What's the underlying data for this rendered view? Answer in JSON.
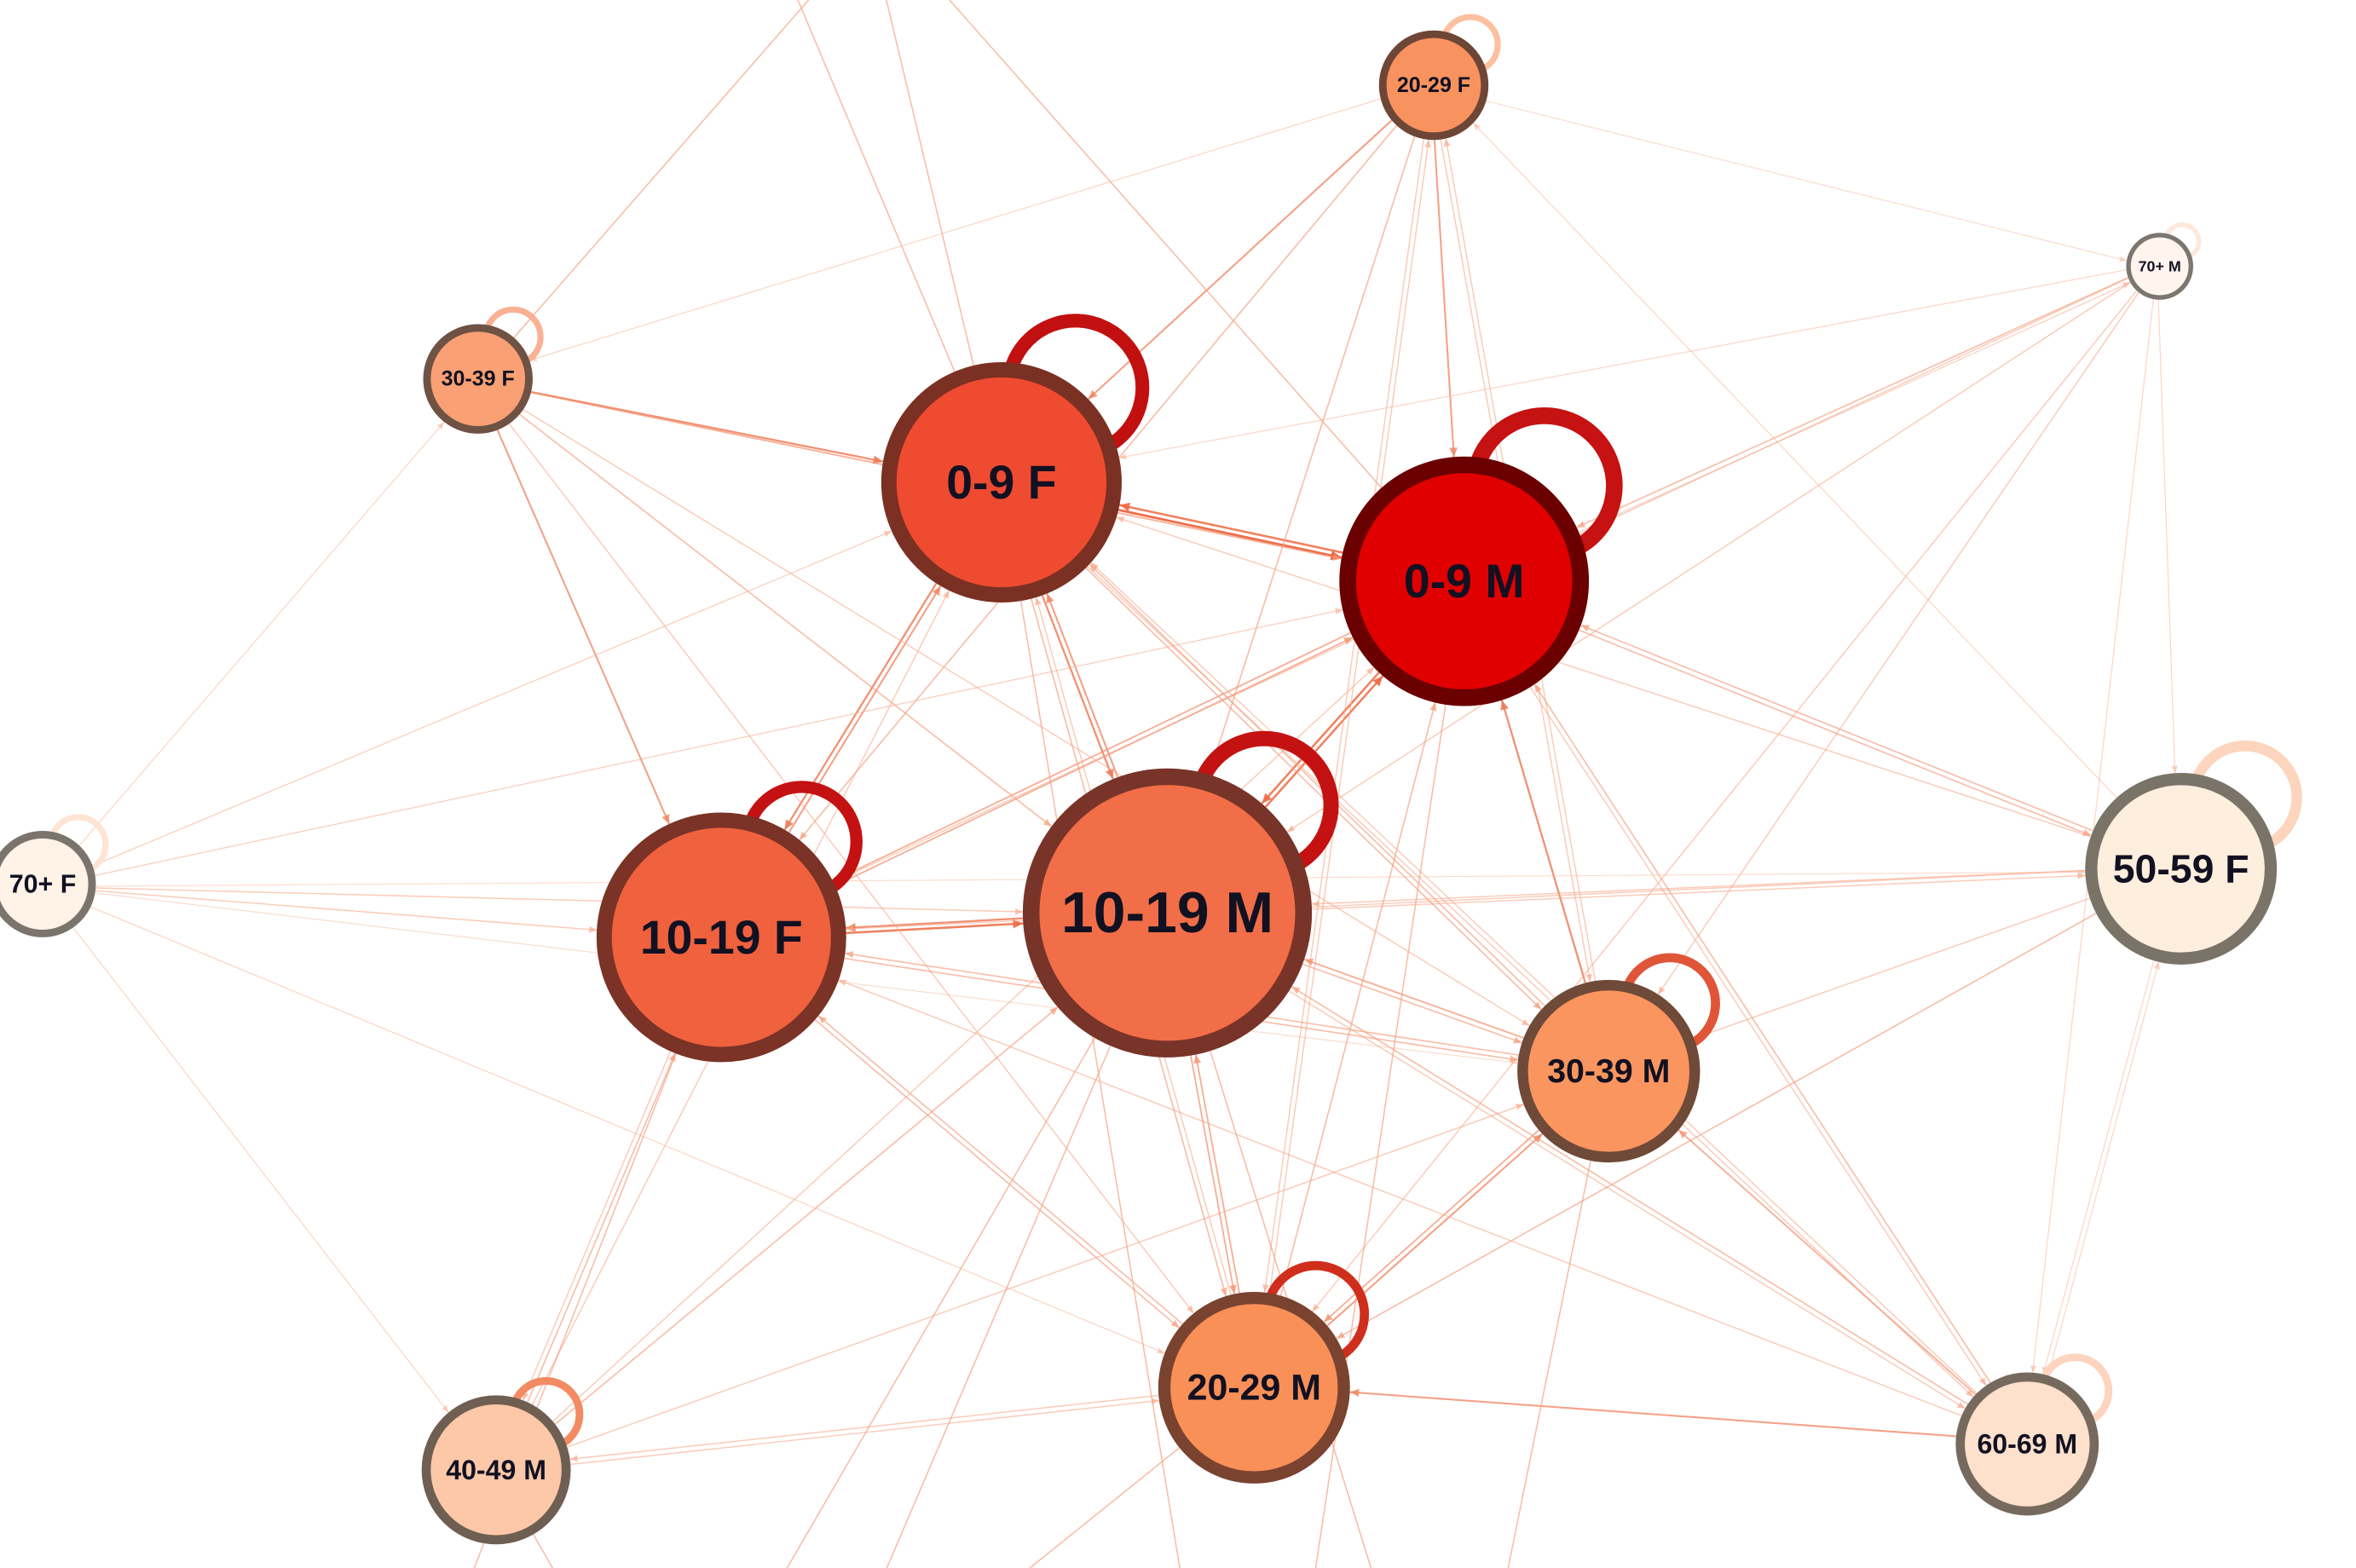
{
  "diagram": {
    "nodes": [
      {
        "id": "f09",
        "label": "0-9 F",
        "fill": "#ee4b30",
        "stroke": "#7a3022"
      },
      {
        "id": "m09",
        "label": "0-9 M",
        "fill": "#e00000",
        "stroke": "#6b0000"
      },
      {
        "id": "f1019",
        "label": "10-19 F",
        "fill": "#f0613e",
        "stroke": "#7a3326"
      },
      {
        "id": "m1019",
        "label": "10-19 M",
        "fill": "#f26e48",
        "stroke": "#783428"
      },
      {
        "id": "f2029",
        "label": "20-29 F",
        "fill": "#f8925f",
        "stroke": "#6e4636"
      },
      {
        "id": "m2029",
        "label": "20-29 M",
        "fill": "#f99058",
        "stroke": "#7a4330"
      },
      {
        "id": "f3039",
        "label": "30-39 F",
        "fill": "#f9a074",
        "stroke": "#6e5244"
      },
      {
        "id": "m3039",
        "label": "30-39 M",
        "fill": "#fb955f",
        "stroke": "#6f4a38"
      },
      {
        "id": "m4049",
        "label": "40-49 M",
        "fill": "#fcc8a8",
        "stroke": "#6f5e52"
      },
      {
        "id": "f5059",
        "label": "50-59 F",
        "fill": "#feeedd",
        "stroke": "#7a7468"
      },
      {
        "id": "m6069",
        "label": "60-69 M",
        "fill": "#fde1cc",
        "stroke": "#766a5e"
      },
      {
        "id": "f70",
        "label": "70+ F",
        "fill": "#fff2e6",
        "stroke": "#7a746c"
      },
      {
        "id": "m70",
        "label": "70+ M",
        "fill": "#fff5ee",
        "stroke": "#7c7670"
      }
    ],
    "edges": [
      {
        "from": "f09",
        "to": "m09",
        "weight": 0.9
      },
      {
        "from": "m09",
        "to": "f09",
        "weight": 0.8
      },
      {
        "from": "f09",
        "to": "f1019",
        "weight": 0.7
      },
      {
        "from": "f1019",
        "to": "f09",
        "weight": 0.6
      },
      {
        "from": "f09",
        "to": "m1019",
        "weight": 0.7
      },
      {
        "from": "m1019",
        "to": "f09",
        "weight": 0.6
      },
      {
        "from": "m09",
        "to": "m1019",
        "weight": 0.8
      },
      {
        "from": "m1019",
        "to": "m09",
        "weight": 0.8
      },
      {
        "from": "m09",
        "to": "f1019",
        "weight": 0.5
      },
      {
        "from": "f1019",
        "to": "m09",
        "weight": 0.5
      },
      {
        "from": "f1019",
        "to": "m1019",
        "weight": 0.8
      },
      {
        "from": "m1019",
        "to": "f1019",
        "weight": 0.7
      },
      {
        "from": "f3039",
        "to": "f09",
        "weight": 0.7
      },
      {
        "from": "f3039",
        "to": "m09",
        "weight": 0.5
      },
      {
        "from": "f3039",
        "to": "f1019",
        "weight": 0.6
      },
      {
        "from": "f3039",
        "to": "m1019",
        "weight": 0.4
      },
      {
        "from": "f3039",
        "to": "m3039",
        "weight": 0.3
      },
      {
        "from": "f3039",
        "to": "m2029",
        "weight": 0.3
      },
      {
        "from": "f2029",
        "to": "f09",
        "weight": 0.6
      },
      {
        "from": "f2029",
        "to": "m09",
        "weight": 0.6
      },
      {
        "from": "f2029",
        "to": "m1019",
        "weight": 0.4
      },
      {
        "from": "f2029",
        "to": "f1019",
        "weight": 0.4
      },
      {
        "from": "f2029",
        "to": "m2029",
        "weight": 0.3
      },
      {
        "from": "f2029",
        "to": "m3039",
        "weight": 0.3
      },
      {
        "from": "f2029",
        "to": "f3039",
        "weight": 0.2
      },
      {
        "from": "f2029",
        "to": "m70",
        "weight": 0.15
      },
      {
        "from": "m3039",
        "to": "m09",
        "weight": 0.7
      },
      {
        "from": "m3039",
        "to": "m1019",
        "weight": 0.5
      },
      {
        "from": "m3039",
        "to": "f09",
        "weight": 0.4
      },
      {
        "from": "m3039",
        "to": "f1019",
        "weight": 0.4
      },
      {
        "from": "m3039",
        "to": "m2029",
        "weight": 0.5
      },
      {
        "from": "m3039",
        "to": "f2029",
        "weight": 0.3
      },
      {
        "from": "m2029",
        "to": "m1019",
        "weight": 0.5
      },
      {
        "from": "m2029",
        "to": "m09",
        "weight": 0.4
      },
      {
        "from": "m2029",
        "to": "f1019",
        "weight": 0.4
      },
      {
        "from": "m2029",
        "to": "f09",
        "weight": 0.3
      },
      {
        "from": "m2029",
        "to": "m3039",
        "weight": 0.6
      },
      {
        "from": "m2029",
        "to": "m4049",
        "weight": 0.3
      },
      {
        "from": "m2029",
        "to": "f2029",
        "weight": 0.3
      },
      {
        "from": "m4049",
        "to": "f1019",
        "weight": 0.4
      },
      {
        "from": "m4049",
        "to": "m1019",
        "weight": 0.4
      },
      {
        "from": "m4049",
        "to": "m09",
        "weight": 0.3
      },
      {
        "from": "m4049",
        "to": "f09",
        "weight": 0.3
      },
      {
        "from": "m4049",
        "to": "m2029",
        "weight": 0.3
      },
      {
        "from": "m4049",
        "to": "m3039",
        "weight": 0.3
      },
      {
        "from": "f5059",
        "to": "m09",
        "weight": 0.4
      },
      {
        "from": "f5059",
        "to": "f09",
        "weight": 0.3
      },
      {
        "from": "f5059",
        "to": "m1019",
        "weight": 0.3
      },
      {
        "from": "f5059",
        "to": "f1019",
        "weight": 0.3
      },
      {
        "from": "f5059",
        "to": "m2029",
        "weight": 0.4
      },
      {
        "from": "f5059",
        "to": "m3039",
        "weight": 0.3
      },
      {
        "from": "f5059",
        "to": "m6069",
        "weight": 0.2
      },
      {
        "from": "f5059",
        "to": "f2029",
        "weight": 0.2
      },
      {
        "from": "m6069",
        "to": "m2029",
        "weight": 0.6
      },
      {
        "from": "m6069",
        "to": "m3039",
        "weight": 0.5
      },
      {
        "from": "m6069",
        "to": "m09",
        "weight": 0.4
      },
      {
        "from": "m6069",
        "to": "m1019",
        "weight": 0.4
      },
      {
        "from": "m6069",
        "to": "f09",
        "weight": 0.3
      },
      {
        "from": "m6069",
        "to": "f1019",
        "weight": 0.3
      },
      {
        "from": "m6069",
        "to": "f5059",
        "weight": 0.2
      },
      {
        "from": "m70",
        "to": "m09",
        "weight": 0.4
      },
      {
        "from": "m70",
        "to": "m1019",
        "weight": 0.3
      },
      {
        "from": "m70",
        "to": "f1019",
        "weight": 0.3
      },
      {
        "from": "m70",
        "to": "m3039",
        "weight": 0.3
      },
      {
        "from": "m70",
        "to": "m2029",
        "weight": 0.3
      },
      {
        "from": "m70",
        "to": "f09",
        "weight": 0.2
      },
      {
        "from": "m70",
        "to": "f5059",
        "weight": 0.2
      },
      {
        "from": "m70",
        "to": "m6069",
        "weight": 0.2
      },
      {
        "from": "f70",
        "to": "f1019",
        "weight": 0.3
      },
      {
        "from": "f70",
        "to": "m1019",
        "weight": 0.3
      },
      {
        "from": "f70",
        "to": "f09",
        "weight": 0.25
      },
      {
        "from": "f70",
        "to": "m09",
        "weight": 0.25
      },
      {
        "from": "f70",
        "to": "f3039",
        "weight": 0.2
      },
      {
        "from": "f70",
        "to": "m4049",
        "weight": 0.2
      },
      {
        "from": "f70",
        "to": "m2029",
        "weight": 0.2
      },
      {
        "from": "f70",
        "to": "f5059",
        "weight": 0.15
      },
      {
        "from": "f70",
        "to": "m3039",
        "weight": 0.15
      },
      {
        "from": "f1019",
        "to": "m4049",
        "weight": 0.3
      },
      {
        "from": "f1019",
        "to": "m3039",
        "weight": 0.4
      },
      {
        "from": "f1019",
        "to": "m2029",
        "weight": 0.4
      },
      {
        "from": "m1019",
        "to": "m2029",
        "weight": 0.5
      },
      {
        "from": "m1019",
        "to": "m3039",
        "weight": 0.4
      },
      {
        "from": "m1019",
        "to": "f5059",
        "weight": 0.3
      },
      {
        "from": "m1019",
        "to": "m6069",
        "weight": 0.3
      },
      {
        "from": "m09",
        "to": "f5059",
        "weight": 0.4
      },
      {
        "from": "m09",
        "to": "m6069",
        "weight": 0.3
      },
      {
        "from": "m09",
        "to": "m70",
        "weight": 0.25
      },
      {
        "from": "f09",
        "to": "m6069",
        "weight": 0.3
      },
      {
        "from": "f09",
        "to": "m2029",
        "weight": 0.4
      },
      {
        "from": "f09",
        "to": "m3039",
        "weight": 0.4
      }
    ]
  }
}
